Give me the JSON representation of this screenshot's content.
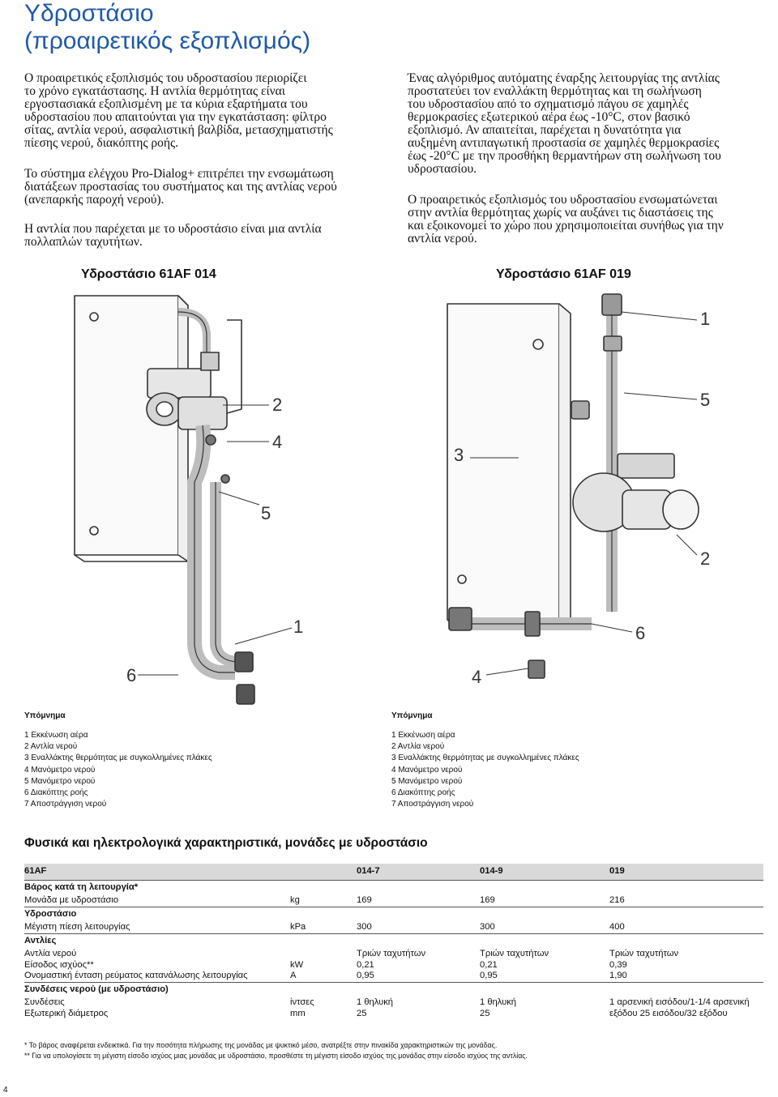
{
  "header": {
    "title_line1": "Υδροστάσιο",
    "title_line2": "(προαιρετικός εξοπλισμός)"
  },
  "left_column": {
    "paragraphs": [
      [
        "Ο προαιρετικός εξοπλισμός του υδροστασίου περιορίζει",
        "το χρόνο εγκατάστασης. Η αντλία θερμότητας είναι",
        "εργοστασιακά εξοπλισμένη με τα κύρια εξαρτήματα του",
        "υδροστασίου που απαιτούνται για την εγκατάσταση: φίλτρο",
        "σίτας, αντλία νερού, ασφαλιστική βαλβίδα, μετασχηματιστής",
        "πίεσης νερού, διακόπτης ροής."
      ],
      [
        "Το σύστημα ελέγχου Pro-Dialog+ επιτρέπει την ενσωμάτωση",
        "διατάξεων προστασίας του συστήματος και της αντλίας νερού",
        "(ανεπαρκής παροχή νερού)."
      ],
      [
        "Η αντλία που παρέχεται με το υδροστάσιο είναι μια αντλία",
        "πολλαπλών ταχυτήτων."
      ]
    ]
  },
  "right_column": {
    "paragraphs": [
      [
        "Ένας αλγόριθμος αυτόματης έναρξης λειτουργίας της αντλίας",
        "προστατεύει τον εναλλάκτη θερμότητας και τη σωλήνωση",
        "του υδροστασίου από το σχηματισμό πάγου σε χαμηλές",
        "θερμοκρασίες εξωτερικού αέρα έως -10°C, στον βασικό",
        "εξοπλισμό. Αν απαιτείται, παρέχεται η δυνατότητα για",
        "αυξημένη αντιπαγωτική προστασία σε χαμηλές θερμοκρασίες",
        "έως -20°C με την προσθήκη θερμαντήρων στη σωλήνωση του",
        "υδροστασίου."
      ],
      [
        "Ο προαιρετικός εξοπλισμός του υδροστασίου ενσωματώνεται",
        "στην αντλία θερμότητας χωρίς να αυξάνει τις διαστάσεις της",
        "και εξοικονομεί το χώρο που χρησιμοποιείται συνήθως για την",
        "αντλία νερού."
      ]
    ]
  },
  "figures": [
    {
      "title": "Υδροστάσιο 61AF 014",
      "callouts": [
        "2",
        "4",
        "5",
        "1",
        "6"
      ],
      "legend_title": "Υπόμνημα",
      "legend": [
        "1 Εκκένωση αέρα",
        "2 Αντλία νερού",
        "3 Εναλλάκτης θερμότητας με συγκολλημένες πλάκες",
        "4 Μανόμετρο νερού",
        "5 Μανόμετρο νερού",
        "6 Διακόπτης ροής",
        "7 Αποστράγγιση νερού"
      ]
    },
    {
      "title": "Υδροστάσιο 61AF 019",
      "callouts": [
        "1",
        "5",
        "3",
        "2",
        "6",
        "4"
      ],
      "legend_title": "Υπόμνημα",
      "legend": [
        "1 Εκκένωση αέρα",
        "2 Αντλία νερού",
        "3 Εναλλάκτης θερμότητας με συγκολλημένες πλάκες",
        "4 Μανόμετρο νερού",
        "5 Μανόμετρο νερού",
        "6 Διακόπτης ροής",
        "7 Αποστράγγιση νερού"
      ]
    }
  ],
  "spec_section": {
    "title": "Φυσικά και ηλεκτρολογικά χαρακτηριστικά, μονάδες με υδροστάσιο",
    "header": [
      "61AF",
      "",
      "014-7",
      "014-9",
      "019"
    ],
    "groups": [
      {
        "title": "Βάρος κατά τη λειτουργία*",
        "rows": [
          [
            "Μονάδα με υδροστάσιο",
            "kg",
            "169",
            "169",
            "216"
          ]
        ]
      },
      {
        "title": "Υδροστάσιο",
        "rows": [
          [
            "Μέγιστη πίεση λειτουργίας",
            "kPa",
            "300",
            "300",
            "400"
          ]
        ]
      },
      {
        "title": "Αντλίες",
        "rows": [
          [
            "Αντλία νερού",
            "",
            "Τριών ταχυτήτων",
            "Τριών ταχυτήτων",
            "Τριών ταχυτήτων"
          ],
          [
            "Είσοδος ισχύος**",
            "kW",
            "0,21",
            "0,21",
            "0,39"
          ],
          [
            "Ονομαστική ένταση ρεύματος κατανάλωσης λειτουργίας",
            "A",
            "0,95",
            "0,95",
            "1,90"
          ]
        ]
      },
      {
        "title": "Συνδέσεις νερού (με υδροστάσιο)",
        "rows": [
          [
            "Συνδέσεις",
            "ίντσες",
            "1 θηλυκή",
            "1 θηλυκή",
            "1 αρσενική εισόδου/1-1/4 αρσενική"
          ],
          [
            "Εξωτερική διάμετρος",
            "mm",
            "25",
            "25",
            "εξόδου 25 εισόδου/32 εξόδου"
          ]
        ]
      }
    ]
  },
  "footnotes": [
    "* Το βάρος αναφέρεται ενδεικτικά. Για την ποσότητα πλήρωσης της μονάδας με ψυκτικό μέσο, ανατρέξτε στην πινακίδα χαρακτηριστικών της μονάδας.",
    "** Για να υπολογίσετε τη μέγιστη είσοδο ισχύος μιας μονάδας με υδροστάσιο, προσθέστε τη μέγιστη είσοδο ισχύος της μονάδας στην είσοδο ισχύος της αντλίας."
  ],
  "page_number": "4"
}
